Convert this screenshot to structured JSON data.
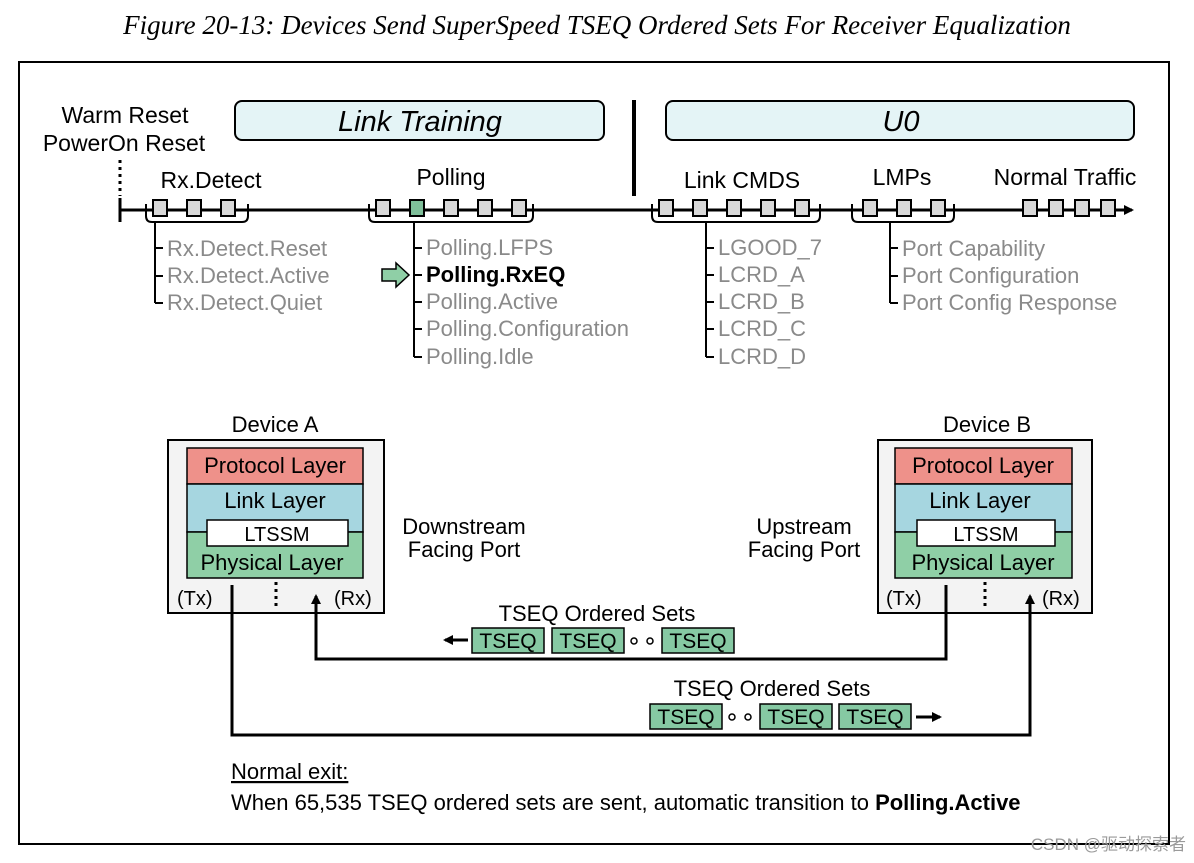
{
  "figure_title": "Figure 20-13: Devices Send SuperSpeed TSEQ Ordered Sets For Receiver Equalization",
  "reset_labels": [
    "Warm Reset",
    "PowerOn Reset"
  ],
  "phases": {
    "link_training": "Link Training",
    "u0": "U0"
  },
  "timeline_labels": {
    "rx_detect": "Rx.Detect",
    "polling": "Polling",
    "link_cmds": "Link CMDS",
    "lmps": "LMPs",
    "normal_traffic": "Normal Traffic"
  },
  "rx_detect_substates": [
    "Rx.Detect.Reset",
    "Rx.Detect.Active",
    "Rx.Detect.Quiet"
  ],
  "polling_substates": [
    "Polling.LFPS",
    "Polling.RxEQ",
    "Polling.Active",
    "Polling.Configuration",
    "Polling.Idle"
  ],
  "current_substate": "Polling.RxEQ",
  "link_cmds_list": [
    "LGOOD_7",
    "LCRD_A",
    "LCRD_B",
    "LCRD_C",
    "LCRD_D"
  ],
  "lmps_list": [
    "Port Capability",
    "Port Configuration",
    "Port Config Response"
  ],
  "device_a": {
    "title": "Device A",
    "protocol": "Protocol Layer",
    "link": "Link Layer",
    "ltssm": "LTSSM",
    "physical": "Physical Layer",
    "tx": "(Tx)",
    "rx": "(Rx)",
    "port": [
      "Downstream",
      "Facing Port"
    ]
  },
  "device_b": {
    "title": "Device B",
    "protocol": "Protocol Layer",
    "link": "Link Layer",
    "ltssm": "LTSSM",
    "physical": "Physical Layer",
    "tx": "(Tx)",
    "rx": "(Rx)",
    "port": [
      "Upstream",
      "Facing Port"
    ]
  },
  "tseq_upper": {
    "label": "TSEQ Ordered Sets",
    "blocks": [
      "TSEQ",
      "TSEQ",
      "TSEQ"
    ]
  },
  "tseq_lower": {
    "label": "TSEQ Ordered Sets",
    "blocks": [
      "TSEQ",
      "TSEQ",
      "TSEQ"
    ]
  },
  "normal_exit": {
    "heading": "Normal exit:",
    "text": "When 65,535 TSEQ ordered sets are sent, automatic transition to ",
    "bold": "Polling.Active"
  },
  "watermark": "CSDN @驱动探索者",
  "colors": {
    "phase_box_fill": "#e4f4f6",
    "protocol_layer": "#ee918a",
    "link_layer": "#a6d6e0",
    "physical_layer": "#8fcfa6",
    "tseq_fill": "#86c9a3",
    "active_square": "#7fbf9a",
    "substate_gray": "#8a8a8a"
  }
}
